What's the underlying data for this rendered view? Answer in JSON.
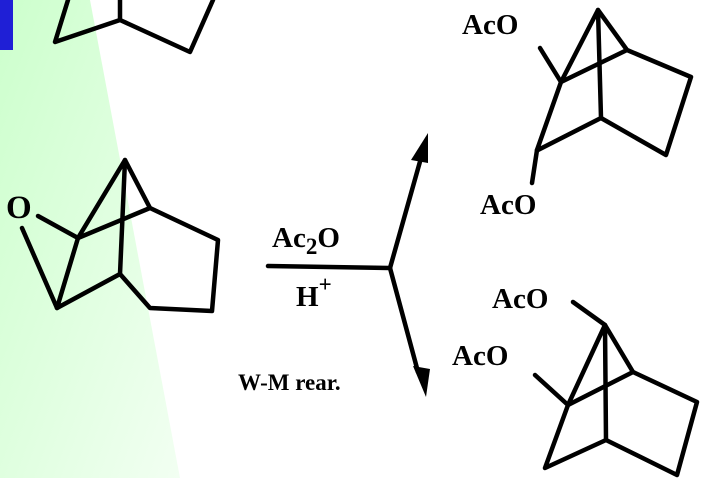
{
  "colors": {
    "background": "#ffffff",
    "ink": "#000000",
    "panel_gradient_start": "#ccffcc",
    "panel_gradient_end": "#f2fff2",
    "accent_bar": "#1f1fd6"
  },
  "labels": {
    "epoxide_o": "O",
    "reagent_main": "Ac",
    "reagent_sub": "2",
    "reagent_tail": "O",
    "acid_main": "H",
    "acid_sup": "+",
    "rearrangement": "W-M rear.",
    "product1_top": "AcO",
    "product1_bottom": "AcO",
    "product2_top": "AcO",
    "product2_left": "AcO"
  }
}
